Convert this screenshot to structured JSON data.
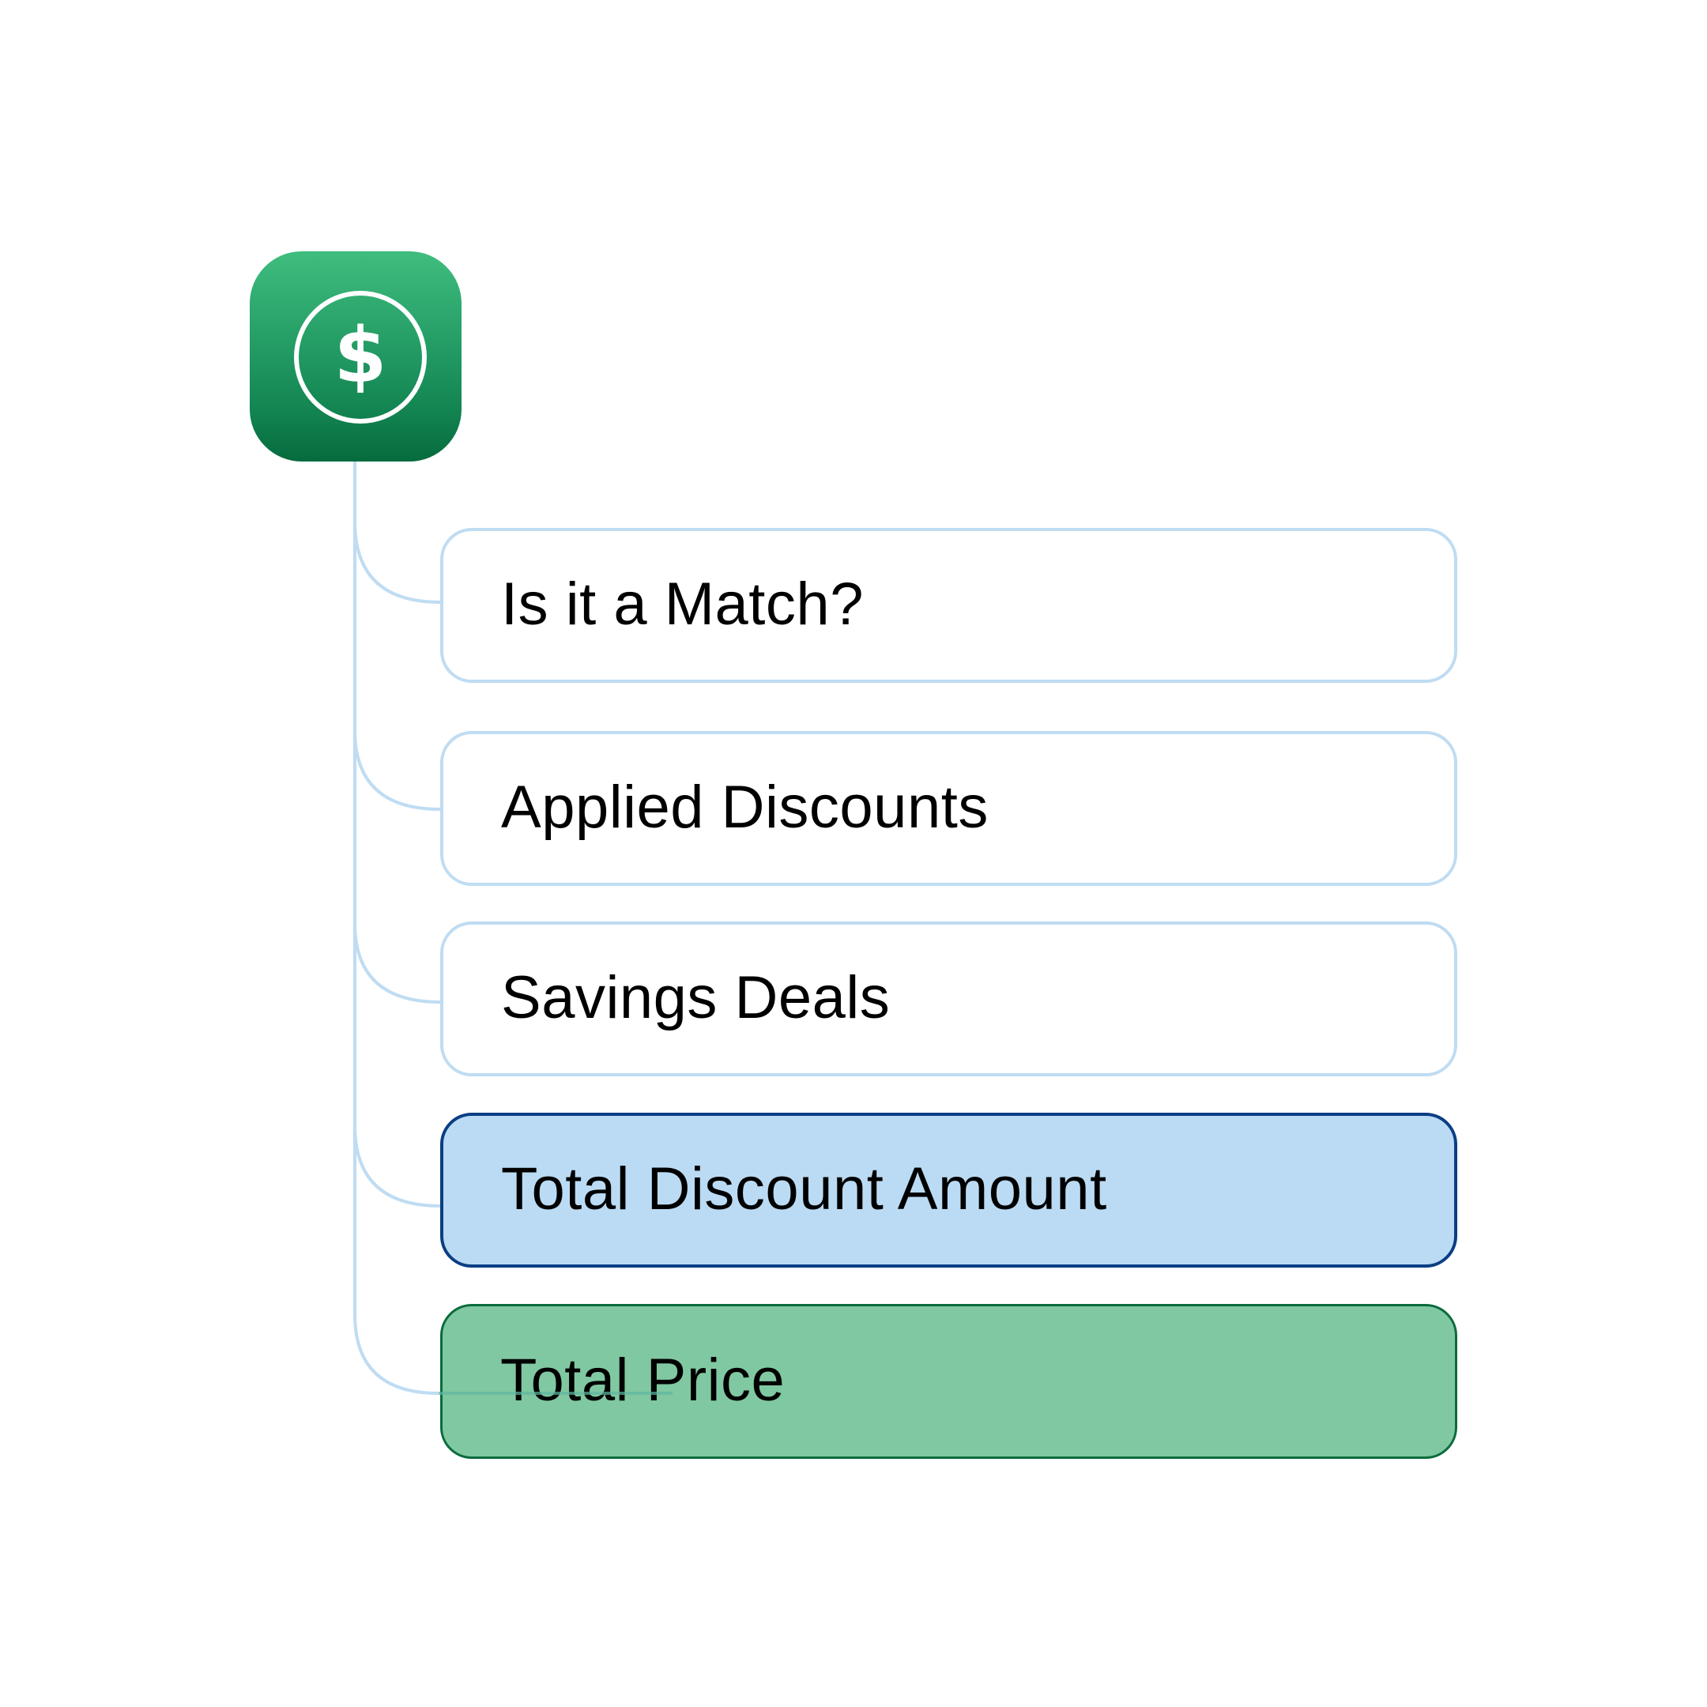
{
  "root": {
    "icon": "dollar-coin-icon",
    "glyph": "$",
    "gradient_top": "#3fbd7e",
    "gradient_bottom": "#066b3e"
  },
  "nodes": [
    {
      "label": "Is it a Match?",
      "style": "default"
    },
    {
      "label": "Applied Discounts",
      "style": "default"
    },
    {
      "label": "Savings Deals",
      "style": "default"
    },
    {
      "label": "Total Discount Amount",
      "style": "highlight-blue"
    },
    {
      "label": "Total Price",
      "style": "highlight-green"
    }
  ],
  "colors": {
    "connector": "#bfdcf2",
    "node_border": "#bfdcf2",
    "blue_fill": "#bbdbf4",
    "blue_border": "#0b3e84",
    "green_fill": "#80c8a2",
    "green_border": "#0b6b3c"
  }
}
